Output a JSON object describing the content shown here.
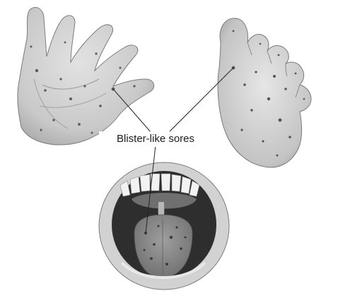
{
  "figure": {
    "callout_label": "Blister-like sores",
    "panels": [
      "hand-palm",
      "foot-sole",
      "open-mouth-tongue"
    ],
    "colors": {
      "skin": "#cbcbcb",
      "skin_shadow": "#9a9a9a",
      "sores": "#5b5b5b",
      "outline": "#6a6a6a",
      "mouth_dark": "#2e2e2e",
      "tongue": "#8c8c8c",
      "leader_lines": "#222222"
    }
  }
}
